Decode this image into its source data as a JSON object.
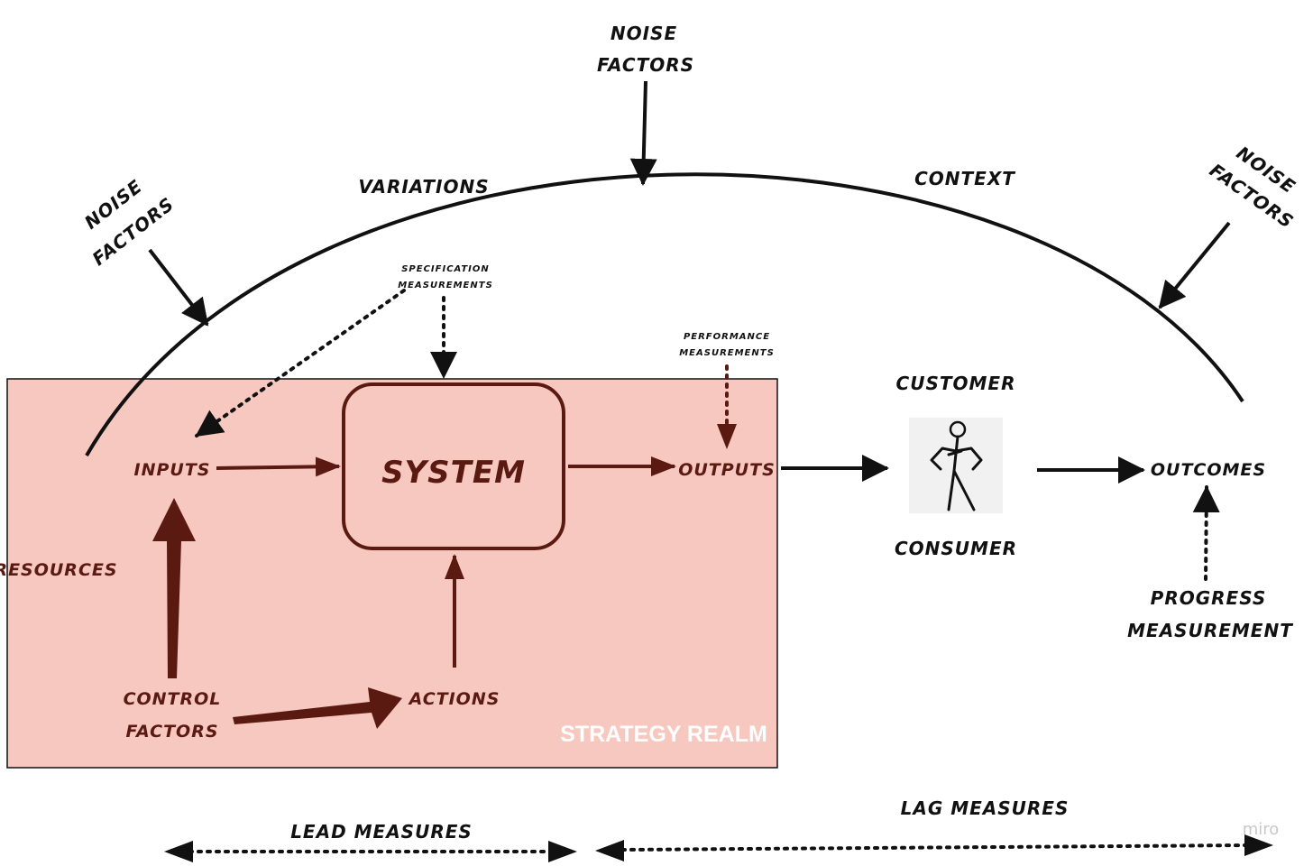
{
  "labels": {
    "noise_top_1": "NOISE",
    "noise_top_2": "FACTORS",
    "noise_left_1": "NOISE",
    "noise_left_2": "FACTORS",
    "noise_right_1": "NOISE",
    "noise_right_2": "FACTORS",
    "variations": "VARIATIONS",
    "context": "CONTEXT",
    "spec_1": "SPECIFICATION",
    "spec_2": "MEASUREMENTS",
    "perf_1": "PERFORMANCE",
    "perf_2": "MEASUREMENTS",
    "inputs": "INPUTS",
    "system": "SYSTEM",
    "outputs": "OUTPUTS",
    "resources": "RESOURCES",
    "control_1": "CONTROL",
    "control_2": "FACTORS",
    "actions": "ACTIONS",
    "strategy_realm": "STRATEGY REALM",
    "customer": "CUSTOMER",
    "consumer": "CONSUMER",
    "outcomes": "OUTCOMES",
    "progress_1": "PROGRESS",
    "progress_2": "MEASUREMENT",
    "lead_measures": "LEAD MEASURES",
    "lag_measures": "LAG MEASURES",
    "brand": "miro"
  },
  "colors": {
    "realm_fill": "#f6c8bf",
    "inner_ink": "#5a1a12",
    "ink": "#111111"
  },
  "icons": {
    "person": "stick-figure-icon"
  }
}
